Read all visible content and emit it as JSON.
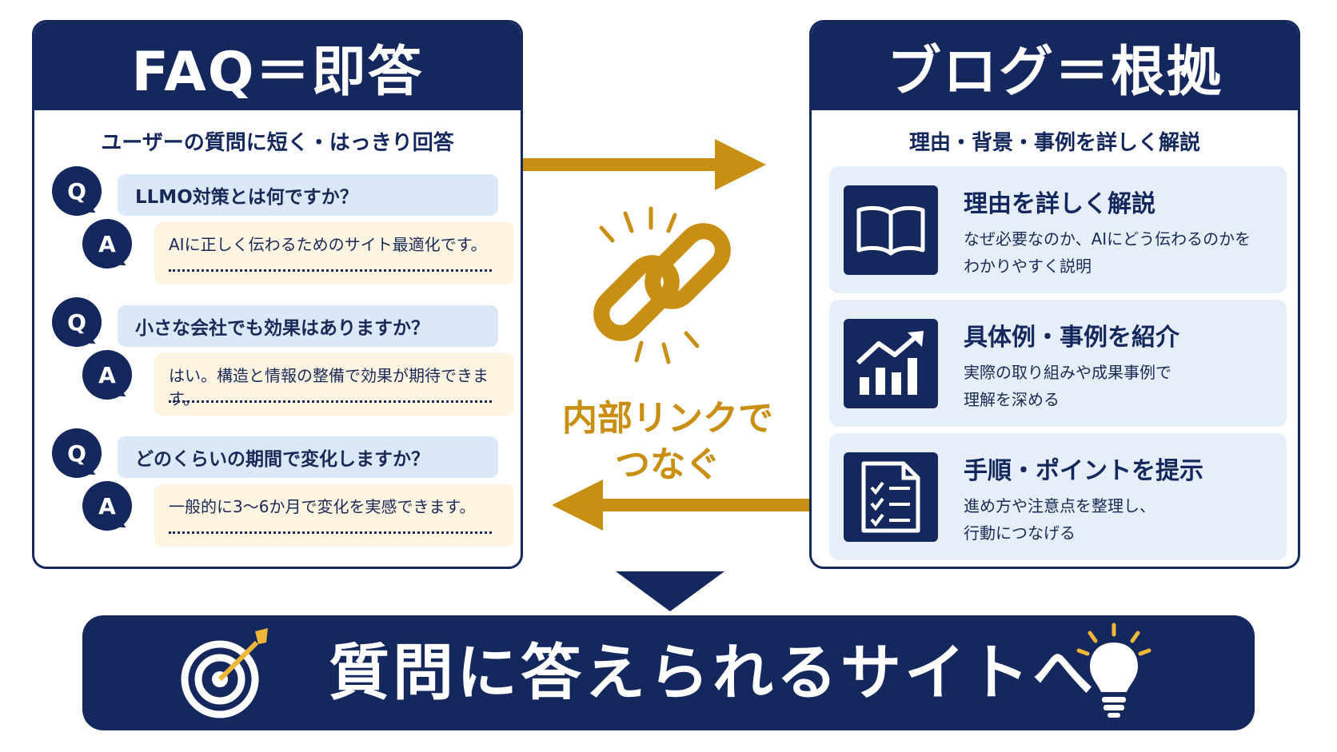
{
  "faq": {
    "title": "FAQ＝即答",
    "subtitle": "ユーザーの質問に短く・はっきり回答",
    "q_badge": "Q",
    "a_badge": "A",
    "items": [
      {
        "question": "LLMO対策とは何ですか？",
        "answer": "AIに正しく伝わるためのサイト最適化です。"
      },
      {
        "question": "小さな会社でも効果はありますか？",
        "answer": "はい。構造と情報の整備で効果が期待できます。"
      },
      {
        "question": "どのくらいの期間で変化しますか？",
        "answer": "一般的に3〜6か月で変化を実感できます。"
      }
    ]
  },
  "blog": {
    "title": "ブログ＝根拠",
    "subtitle": "理由・背景・事例を詳しく解説",
    "items": [
      {
        "title": "理由を詳しく解説",
        "line1": "なぜ必要なのか、AIにどう伝わるのかを",
        "line2": "わかりやすく説明",
        "icon": "book-icon"
      },
      {
        "title": "具体例・事例を紹介",
        "line1": "実際の取り組みや成果事例で",
        "line2": "理解を深める",
        "icon": "growth-chart-icon"
      },
      {
        "title": "手順・ポイントを提示",
        "line1": "進め方や注意点を整理し、",
        "line2": "行動につなげる",
        "icon": "checklist-icon"
      }
    ]
  },
  "middle": {
    "label_line1": "内部リンクで",
    "label_line2": "つなぐ",
    "icon": "chain-link-icon",
    "color": "#c98f12"
  },
  "bottom": {
    "text": "質問に答えられるサイトへ",
    "left_icon": "target-icon",
    "right_icon": "lightbulb-icon"
  },
  "colors": {
    "navy": "#14285e",
    "gold": "#c98f12",
    "question_bg": "#dbe8f8",
    "answer_bg": "#fdf4e2",
    "card_bg": "#e6eff9"
  }
}
